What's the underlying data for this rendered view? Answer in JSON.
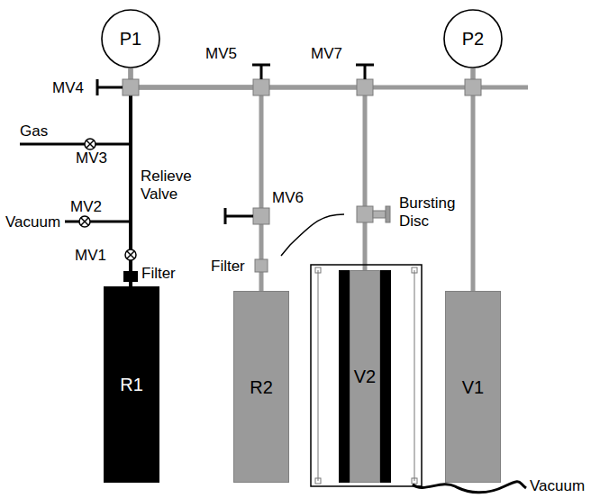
{
  "diagram": {
    "nodes": [
      {
        "text": [
          "P1"
        ]
      },
      {
        "text": [
          "P2"
        ]
      },
      {
        "text": [
          "R1"
        ]
      },
      {
        "text": [
          "R2"
        ]
      },
      {
        "text": [
          "V2"
        ]
      },
      {
        "text": [
          "V1"
        ]
      }
    ],
    "edges": [
      {
        "from": 0,
        "to": 2,
        "arrow": "none"
      },
      {
        "from": 0,
        "to": 3,
        "arrow": "none"
      },
      {
        "from": 0,
        "to": 4,
        "arrow": "none"
      },
      {
        "from": 0,
        "to": 1,
        "arrow": "none"
      },
      {
        "from": 1,
        "to": 5,
        "arrow": "none"
      }
    ],
    "labels": [
      "MV4",
      "MV5",
      "MV7",
      "Gas",
      "MV3",
      "Relieve Valve",
      "MV6",
      "Bursting Disc",
      "MV2",
      "Vacuum",
      "MV1",
      "Filter",
      "Filter",
      "Vacuum"
    ]
  }
}
